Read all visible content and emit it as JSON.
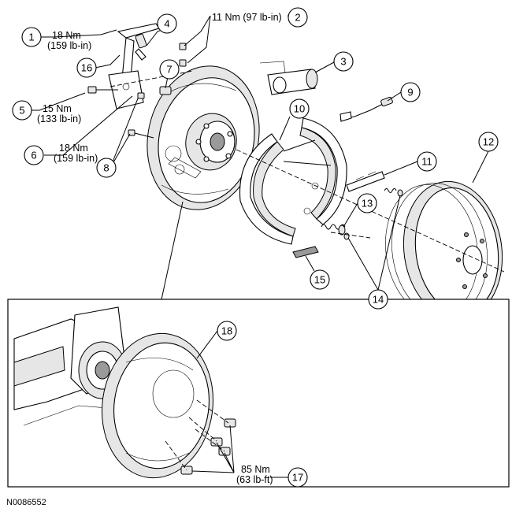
{
  "reference_id": "N0086552",
  "callouts": [
    {
      "num": "1",
      "torque_nm": "18 Nm",
      "torque_imp": "(159 lb-in)"
    },
    {
      "num": "2",
      "torque_nm": "11 Nm (97 lb-in)"
    },
    {
      "num": "3"
    },
    {
      "num": "4"
    },
    {
      "num": "5",
      "torque_nm": "15 Nm",
      "torque_imp": "(133 lb-in)"
    },
    {
      "num": "6",
      "torque_nm": "18 Nm",
      "torque_imp": "(159 lb-in)"
    },
    {
      "num": "7"
    },
    {
      "num": "8"
    },
    {
      "num": "9"
    },
    {
      "num": "10"
    },
    {
      "num": "11"
    },
    {
      "num": "12"
    },
    {
      "num": "13"
    },
    {
      "num": "14"
    },
    {
      "num": "15"
    },
    {
      "num": "16"
    },
    {
      "num": "17",
      "torque_nm": "85 Nm",
      "torque_imp": "(63 lb-ft)"
    },
    {
      "num": "18"
    }
  ]
}
